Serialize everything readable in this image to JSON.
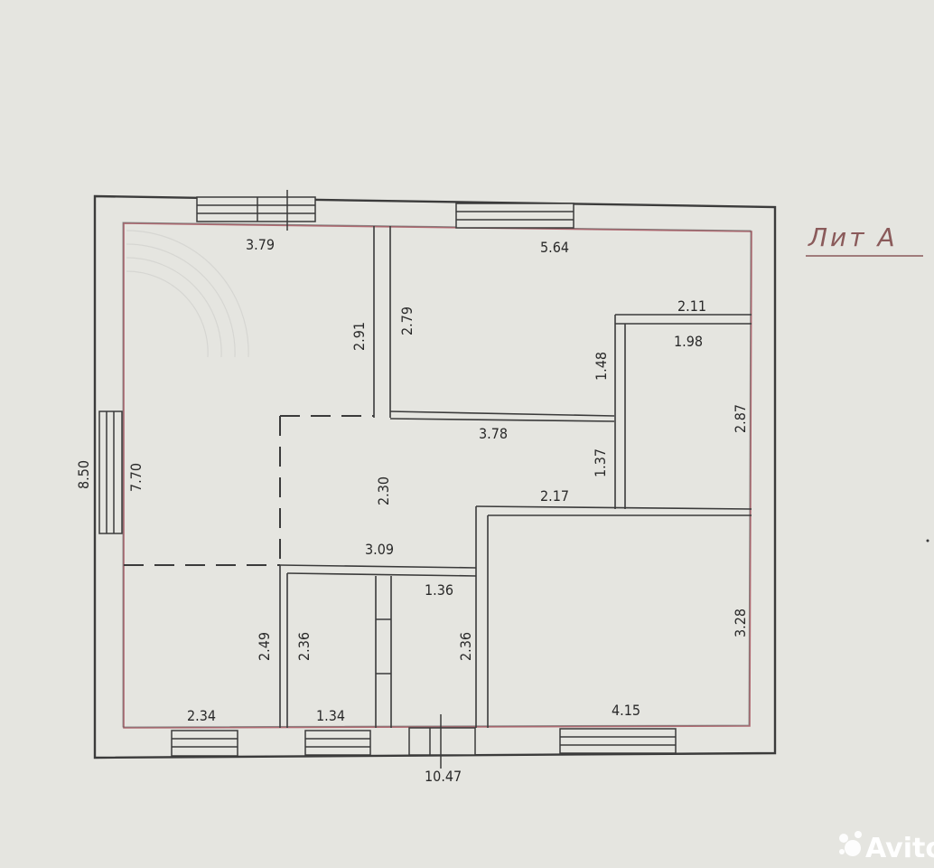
{
  "title": "Лит А",
  "watermark": "Avito",
  "colors": {
    "paper": "#e5e5e0",
    "wall": "#3b3b3b",
    "room_outline": "#b06a72",
    "title": "#8a5a5a"
  },
  "dims": {
    "total_width": "10.47",
    "total_height": "8.50",
    "top_left_room_width": "3.79",
    "left_room_height": "7.70",
    "top_right_room_width": "5.64",
    "partition_left_height": "2.91",
    "partition_right_height": "2.79",
    "bathroom_top_width": "2.11",
    "bathroom_inner_width": "1.98",
    "bathroom_height": "2.87",
    "bathroom_offset": "1.48",
    "hall_width": "3.78",
    "hall_offset": "1.37",
    "hall_height": "2.30",
    "corridor_width": "2.17",
    "center_width": "3.09",
    "small_room_width": "1.36",
    "bottom_left_height": "2.49",
    "bottom_small_height": "2.36",
    "bottom_mid_height": "2.36",
    "big_room_height": "3.28",
    "bottom_left_width": "2.34",
    "bottom_small_width": "1.34",
    "big_room_width": "4.15"
  }
}
